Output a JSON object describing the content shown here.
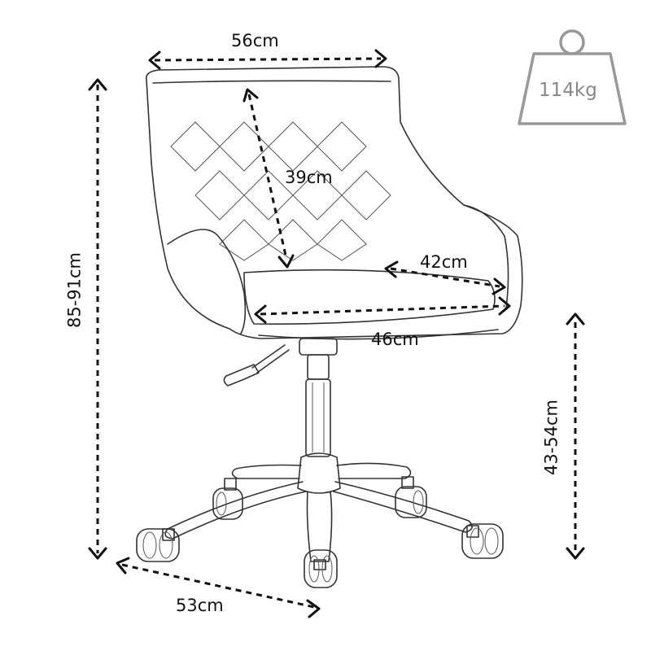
{
  "dimensions": {
    "top_width": "56cm",
    "backrest_height": "39cm",
    "seat_depth": "42cm",
    "seat_width": "46cm",
    "total_height": "85-91cm",
    "seat_height": "43-54cm",
    "base_diameter": "53cm"
  },
  "weight_capacity": {
    "value": "114kg",
    "icon": "weight-icon"
  },
  "colors": {
    "dimension_lines": "#111111",
    "sketch": "#333333",
    "weight_icon": "#999999"
  }
}
